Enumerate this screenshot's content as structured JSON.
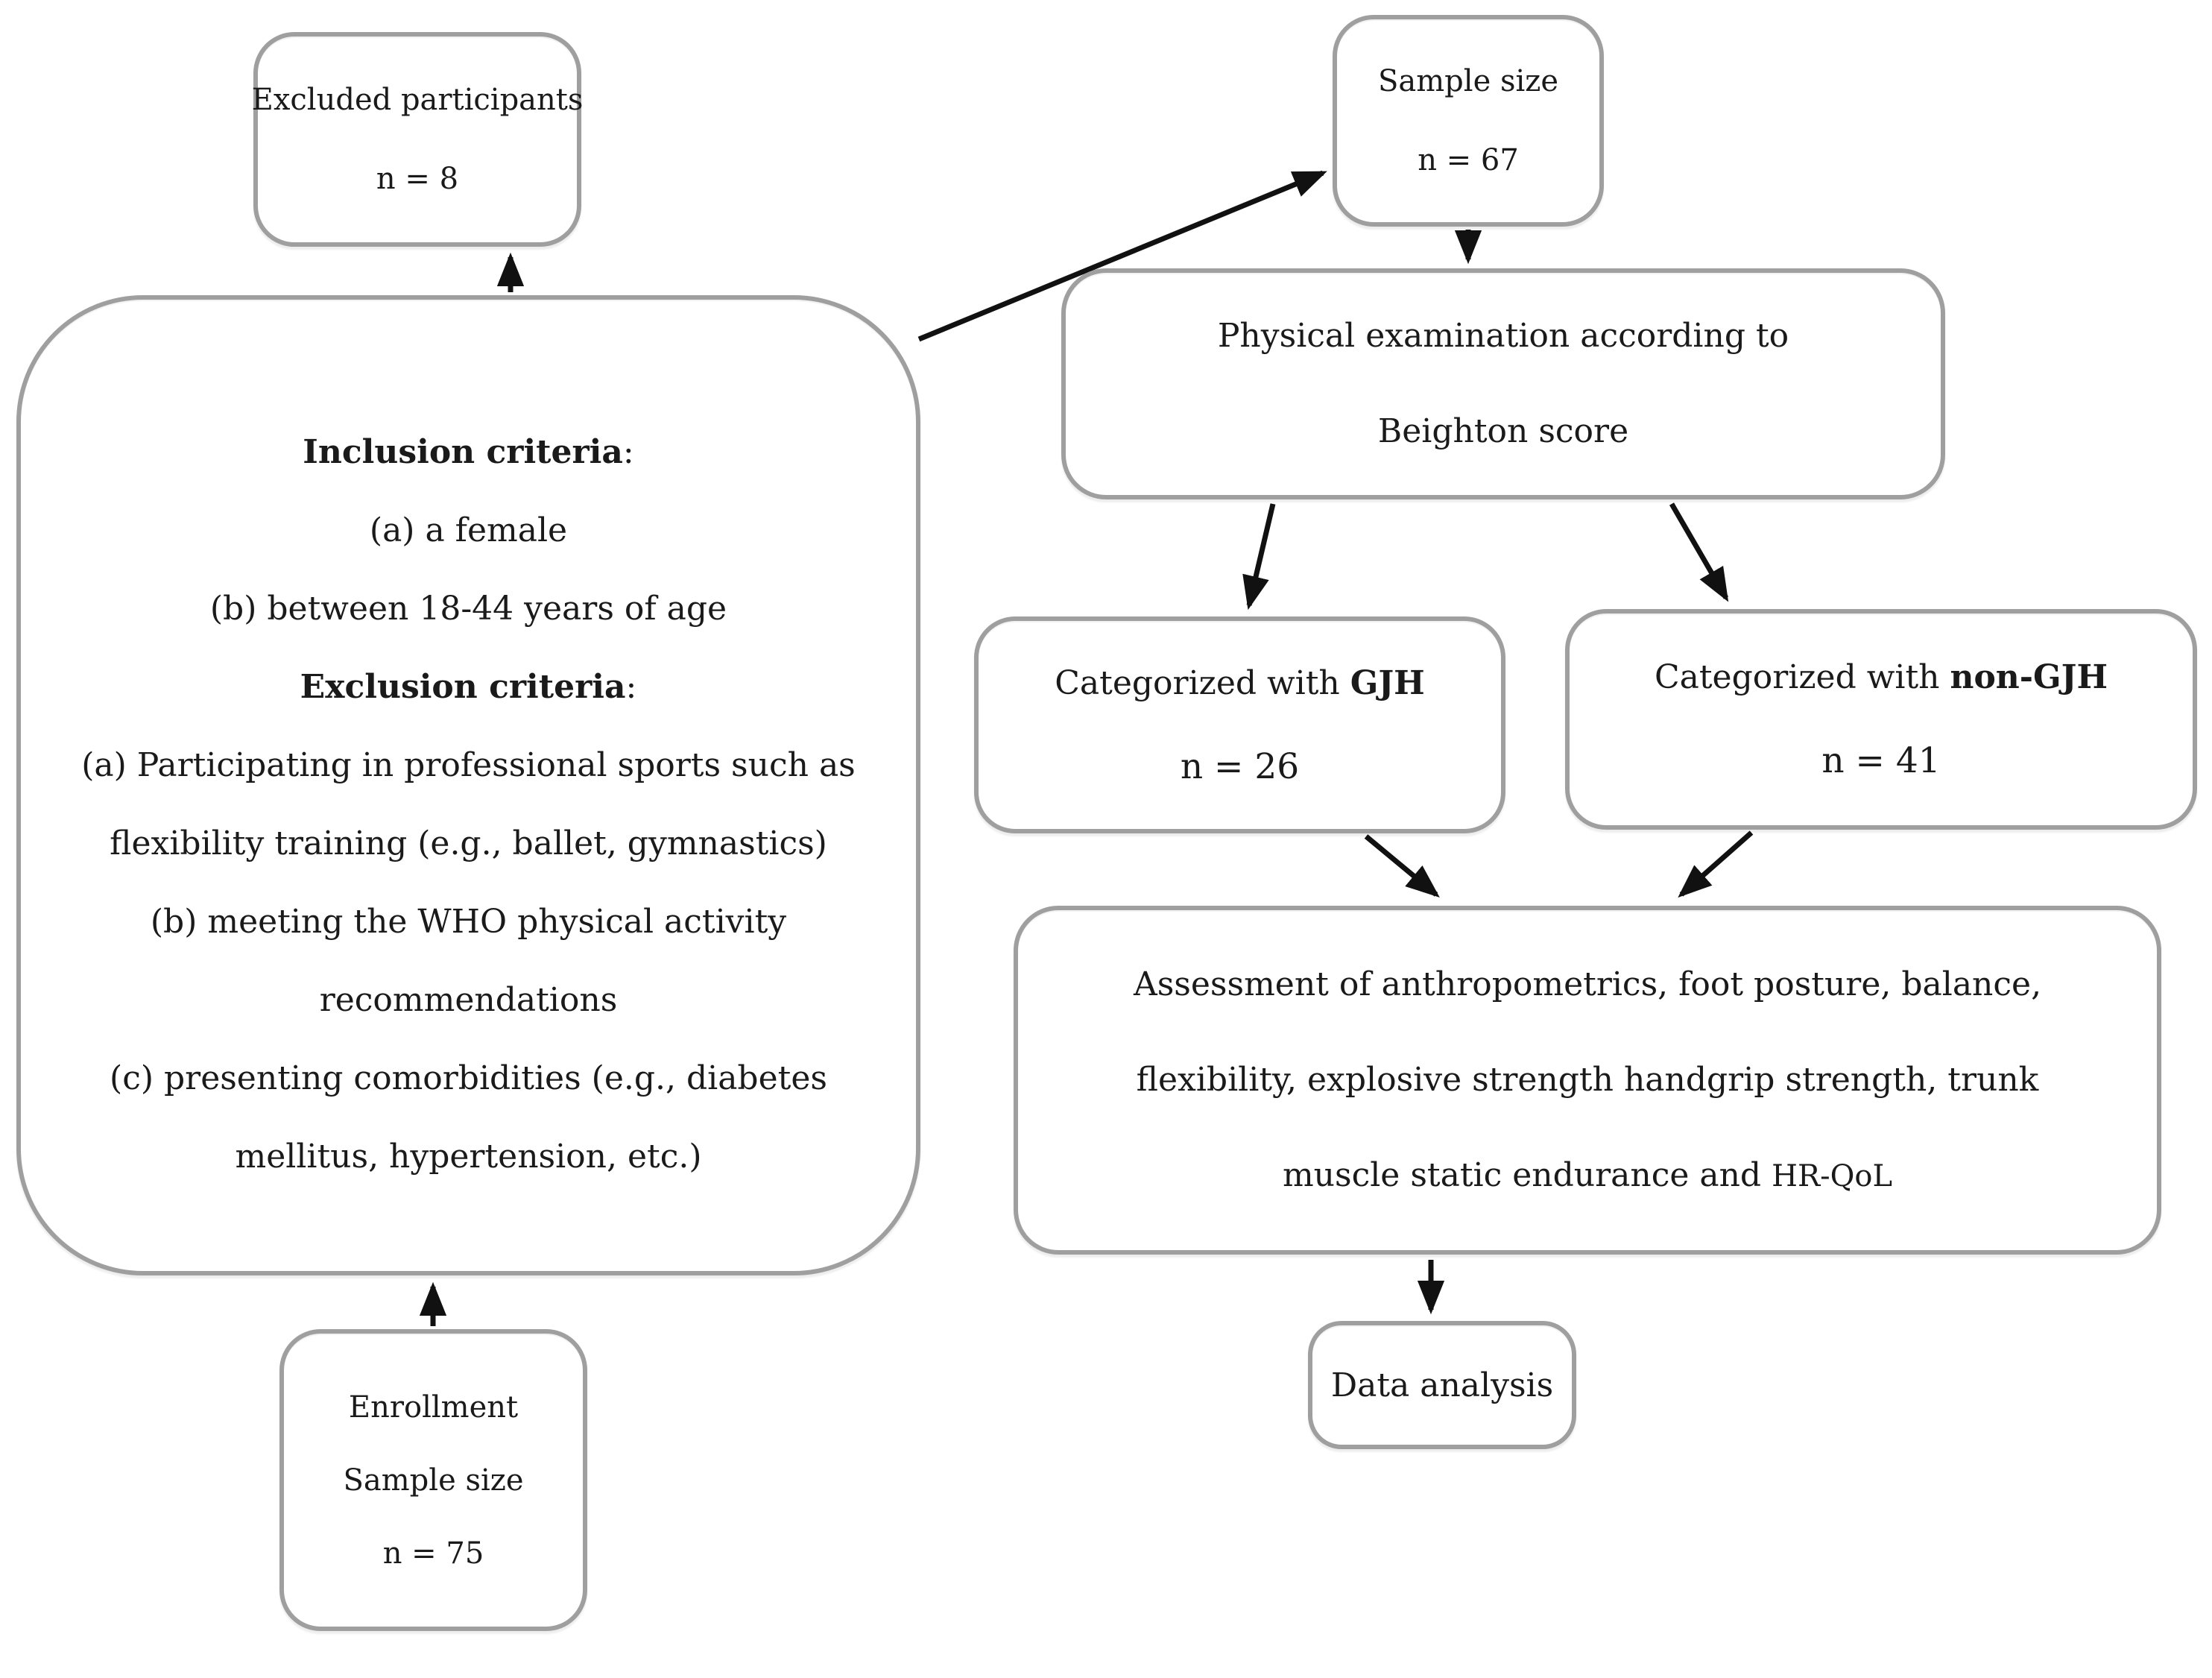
{
  "figure": {
    "type": "study-flowchart",
    "background_color": "#ffffff",
    "box_border_color": "#9f9f9f",
    "arrow_color": "#111111",
    "text_color": "#1a1a1a"
  },
  "boxes": {
    "excluded": {
      "line1": "Excluded participants",
      "line2": "n = 8"
    },
    "sample": {
      "line1": "Sample size",
      "line2": "n = 67"
    },
    "criteria": {
      "lines": [
        {
          "bold": "Inclusion criteria",
          "rest": ":"
        },
        {
          "bold": "",
          "rest": "(a) a female"
        },
        {
          "bold": "",
          "rest": "(b) between 18-44 years of age"
        },
        {
          "bold": "Exclusion criteria",
          "rest": ":"
        },
        {
          "bold": "",
          "rest": "(a) Participating in professional sports such as"
        },
        {
          "bold": "",
          "rest": "flexibility training (e.g., ballet, gymnastics)"
        },
        {
          "bold": "",
          "rest": "(b) meeting the WHO physical activity"
        },
        {
          "bold": "",
          "rest": "recommendations"
        },
        {
          "bold": "",
          "rest": "(c) presenting comorbidities (e.g., diabetes"
        },
        {
          "bold": "",
          "rest": "mellitus, hypertension, etc.)"
        }
      ]
    },
    "physical_exam": {
      "line1": "Physical examination according to",
      "line2": "Beighton score"
    },
    "gjh": {
      "prefix": "Categorized with ",
      "bold": "GJH",
      "line2": "n = 26"
    },
    "non_gjh": {
      "prefix": "Categorized with ",
      "bold": "non-GJH",
      "line2": "n = 41"
    },
    "assessment": {
      "line1": "Assessment of anthropometrics, foot posture, balance,",
      "line2": "flexibility, explosive strength handgrip strength, trunk",
      "line3_prefix": "muscle static endurance and ",
      "line3_acronym": "HR-QoL"
    },
    "data_analysis": {
      "line1": "Data analysis"
    },
    "enrollment": {
      "line1": "Enrollment",
      "line2": "Sample size",
      "line3": "n = 75"
    }
  }
}
